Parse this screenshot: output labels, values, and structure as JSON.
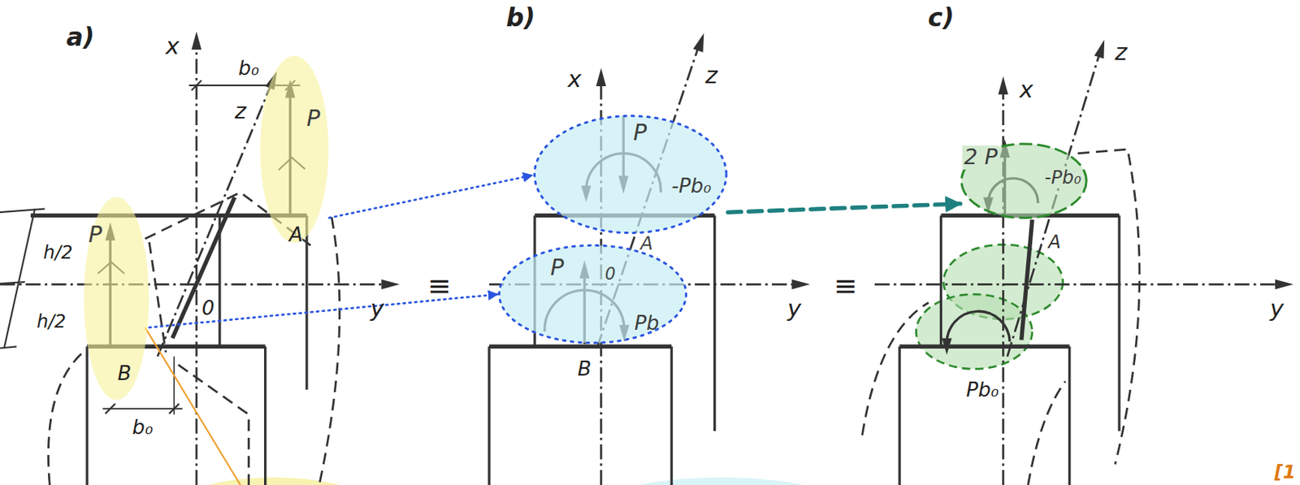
{
  "diagram": {
    "nodes": [
      {
        "text": [
          "P"
        ]
      },
      {
        "text": [
          "P"
        ]
      },
      {
        "text": [
          "P",
          "-Pb₀"
        ]
      },
      {
        "text": [
          "P",
          "Pb"
        ]
      },
      {
        "text": [
          "2 P",
          "-Pb₀"
        ]
      }
    ],
    "edges": [
      {
        "from": 1,
        "to": 2,
        "arrow": "to"
      },
      {
        "from": 0,
        "to": 3,
        "arrow": "to"
      },
      {
        "from": 2,
        "to": 4,
        "arrow": "to"
      }
    ],
    "labels": [
      "a)",
      "b)",
      "c)",
      "x",
      "b₀",
      "z",
      "h/2",
      "h/2",
      "A",
      "0",
      "y",
      "B",
      "b₀",
      "≡",
      "x",
      "z",
      "A",
      "0",
      "y",
      "B",
      "≡",
      "x",
      "z",
      "A",
      "y",
      "Pb₀",
      "[1"
    ]
  }
}
